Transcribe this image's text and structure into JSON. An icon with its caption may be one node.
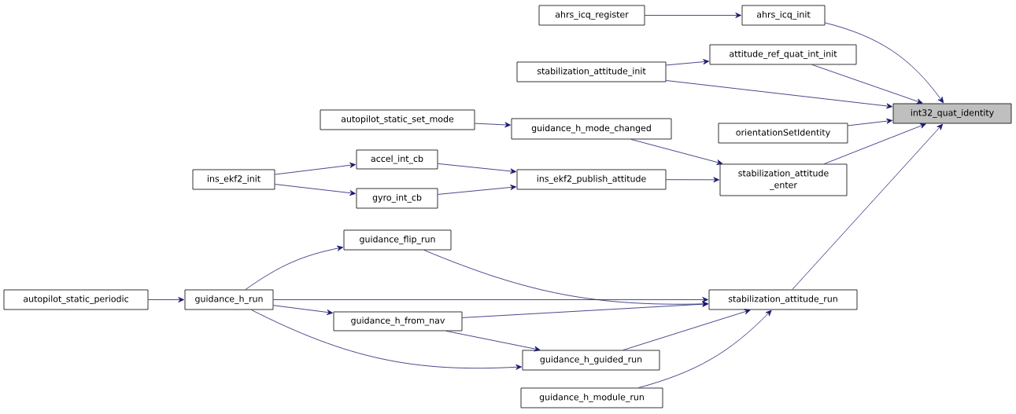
{
  "diagram": {
    "nodes": [
      {
        "text": [
          "int32_quat_identity"
        ]
      },
      {
        "text": [
          "ahrs_icq_init"
        ]
      },
      {
        "text": [
          "ahrs_icq_register"
        ]
      },
      {
        "text": [
          "attitude_ref_quat_int_init"
        ]
      },
      {
        "text": [
          "stabilization_attitude_init"
        ]
      },
      {
        "text": [
          "orientationSetIdentity"
        ]
      },
      {
        "text": [
          "stabilization_attitude _enter"
        ]
      },
      {
        "text": [
          "guidance_h_mode_changed"
        ]
      },
      {
        "text": [
          "autopilot_static_set_mode"
        ]
      },
      {
        "text": [
          "ins_ekf2_publish_attitude"
        ]
      },
      {
        "text": [
          "accel_int_cb"
        ]
      },
      {
        "text": [
          "gyro_int_cb"
        ]
      },
      {
        "text": [
          "ins_ekf2_init"
        ]
      },
      {
        "text": [
          "stabilization_attitude_run"
        ]
      },
      {
        "text": [
          "guidance_flip_run"
        ]
      },
      {
        "text": [
          "guidance_h_run"
        ]
      },
      {
        "text": [
          "autopilot_static_periodic"
        ]
      },
      {
        "text": [
          "guidance_h_from_nav"
        ]
      },
      {
        "text": [
          "guidance_h_guided_run"
        ]
      },
      {
        "text": [
          "guidance_h_module_run"
        ]
      }
    ],
    "edges": [
      {
        "from": 2,
        "to": 1,
        "arrow": "to"
      },
      {
        "from": 1,
        "to": 0,
        "arrow": "to"
      },
      {
        "from": 3,
        "to": 0,
        "arrow": "to"
      },
      {
        "from": 4,
        "to": 3,
        "arrow": "to"
      },
      {
        "from": 4,
        "to": 0,
        "arrow": "to"
      },
      {
        "from": 5,
        "to": 0,
        "arrow": "to"
      },
      {
        "from": 6,
        "to": 0,
        "arrow": "to"
      },
      {
        "from": 7,
        "to": 6,
        "arrow": "to"
      },
      {
        "from": 8,
        "to": 7,
        "arrow": "to"
      },
      {
        "from": 9,
        "to": 6,
        "arrow": "to"
      },
      {
        "from": 10,
        "to": 9,
        "arrow": "to"
      },
      {
        "from": 11,
        "to": 9,
        "arrow": "to"
      },
      {
        "from": 12,
        "to": 10,
        "arrow": "to"
      },
      {
        "from": 12,
        "to": 11,
        "arrow": "to"
      },
      {
        "from": 13,
        "to": 0,
        "arrow": "to"
      },
      {
        "from": 14,
        "to": 13,
        "arrow": "to"
      },
      {
        "from": 15,
        "to": 14,
        "arrow": "to"
      },
      {
        "from": 15,
        "to": 13,
        "arrow": "to"
      },
      {
        "from": 15,
        "to": 17,
        "arrow": "to"
      },
      {
        "from": 15,
        "to": 18,
        "arrow": "to"
      },
      {
        "from": 16,
        "to": 15,
        "arrow": "to"
      },
      {
        "from": 17,
        "to": 13,
        "arrow": "to"
      },
      {
        "from": 17,
        "to": 18,
        "arrow": "to"
      },
      {
        "from": 18,
        "to": 13,
        "arrow": "to"
      },
      {
        "from": 19,
        "to": 13,
        "arrow": "to"
      }
    ]
  }
}
